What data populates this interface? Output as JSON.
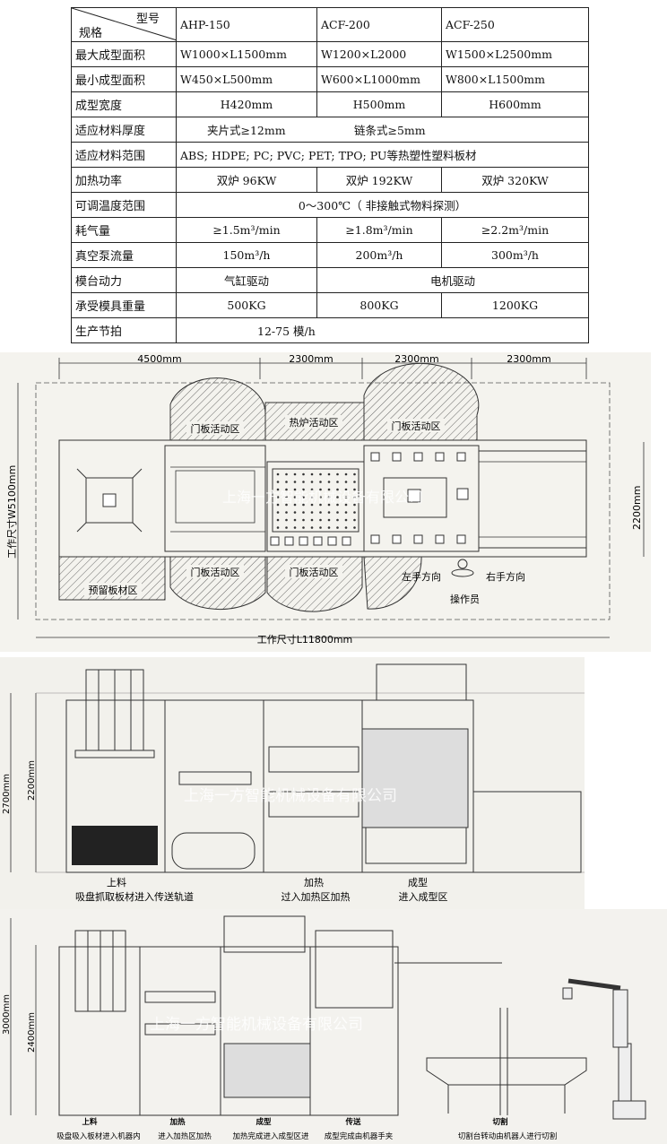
{
  "spec_table": {
    "header": {
      "model_label": "型号",
      "spec_label": "规格",
      "models": [
        "AHP-150",
        "ACF-200",
        "ACF-250"
      ]
    },
    "rows": [
      {
        "label": "最大成型面积",
        "values": [
          "W1000×L1500mm",
          "W1200×L2000",
          "W1500×L2500mm"
        ]
      },
      {
        "label": "最小成型面积",
        "values": [
          "W450×L500mm",
          "W600×L1000mm",
          "W800×L1500mm"
        ]
      },
      {
        "label": "成型宽度",
        "values": [
          "H420mm",
          "H500mm",
          "H600mm"
        ]
      },
      {
        "label": "适应材料厚度",
        "values": [
          "夹片式≥12mm",
          "链条式≥5mm"
        ]
      },
      {
        "label": "适应材料范围",
        "values": [
          "ABS; HDPE; PC; PVC; PET; TPO; PU等热塑性塑料板材"
        ]
      },
      {
        "label": "加热功率",
        "values": [
          "双炉 96KW",
          "双炉 192KW",
          "双炉 320KW"
        ]
      },
      {
        "label": "可调温度范围",
        "values": [
          "0～300℃（ 非接触式物料探测）"
        ]
      },
      {
        "label": "耗气量",
        "values": [
          "≥1.5m³/min",
          "≥1.8m³/min",
          "≥2.2m³/min"
        ]
      },
      {
        "label": "真空泵流量",
        "values": [
          "150m³/h",
          "200m³/h",
          "300m³/h"
        ]
      },
      {
        "label": "模台动力",
        "values": [
          "气缸驱动",
          "电机驱动"
        ]
      },
      {
        "label": "承受模具重量",
        "values": [
          "500KG",
          "800KG",
          "1200KG"
        ]
      },
      {
        "label": "生产节拍",
        "values": [
          "12-75 模/h"
        ]
      }
    ]
  },
  "plan_view": {
    "dims_top": [
      "4500mm",
      "2300mm",
      "2300mm",
      "2300mm"
    ],
    "dim_left": "工作尺寸W5100mm",
    "dim_right": "2200mm",
    "dim_bottom": "工作尺寸L11800mm",
    "zones": {
      "door_top_1": "门板活动区",
      "heater": "热炉活动区",
      "door_top_2": "门板活动区",
      "reserve": "预留板材区",
      "door_bottom_1": "门板活动区",
      "door_bottom_2": "门板活动区"
    },
    "left_dir": "左手方向",
    "right_dir": "右手方向",
    "operator": "操作员",
    "watermark": "上海一方智能机械设备有限公司"
  },
  "side_view_1": {
    "dim_outer": "2700mm",
    "dim_inner": "2200mm",
    "watermark": "上海一方智能机械设备有限公司",
    "labels": [
      {
        "title": "上料",
        "desc": "吸盘抓取板材进入传送轨道"
      },
      {
        "title": "加热",
        "desc": "过入加热区加热"
      },
      {
        "title": "成型",
        "desc": "进入成型区"
      }
    ]
  },
  "side_view_2": {
    "dim_outer": "3000mm",
    "dim_inner": "2400mm",
    "watermark": "上海一方智能机械设备有限公司",
    "labels": [
      {
        "title": "上料",
        "desc": "吸盘吸入板材进入机器内"
      },
      {
        "title": "加热",
        "desc": "进入加热区加热"
      },
      {
        "title": "成型",
        "desc": "加热完成进入成型区进"
      },
      {
        "title": "传送",
        "desc": "成型完成由机器手夹"
      },
      {
        "title": "切割",
        "desc": "切割台转动由机器人进行切割"
      }
    ]
  }
}
